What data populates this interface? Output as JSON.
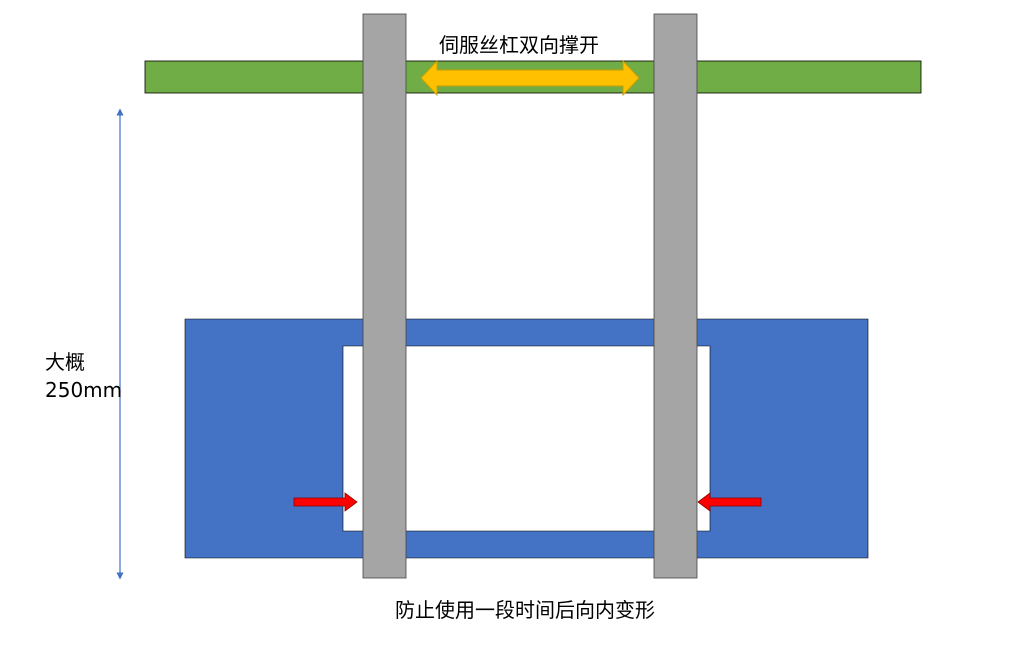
{
  "labels": {
    "top": "伺服丝杠双向撑开",
    "dimension_line1": "大概",
    "dimension_line2": "250mm",
    "bottom": "防止使用一段时间后向内变形"
  },
  "colors": {
    "green_beam": "#70AD47",
    "blue_frame": "#4472C4",
    "gray_post": "#A5A5A5",
    "orange_arrow": "#FFC000",
    "red_arrow": "#FF0000",
    "dimension_line": "#4472C4",
    "outline": "#000000"
  }
}
